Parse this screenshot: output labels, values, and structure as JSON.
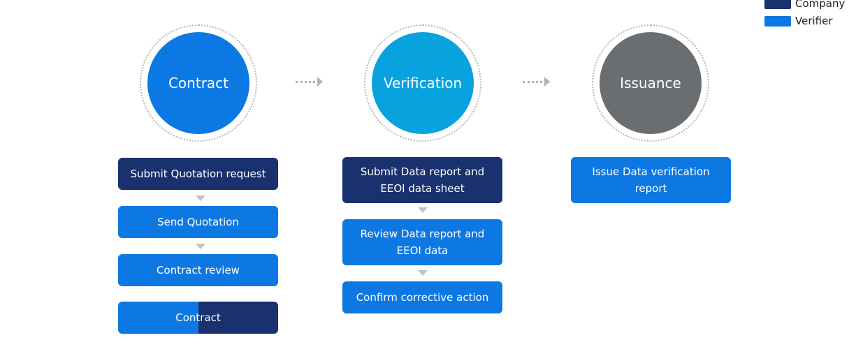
{
  "colors": {
    "company": "#19326f",
    "verifier": "#0e78e2",
    "contract_stage": "#0c78e3",
    "verification_stage": "#08a3de",
    "issuance_stage": "#6b6e71"
  },
  "legend": {
    "company_label": "Company",
    "verifier_label": "Verifier"
  },
  "stages": {
    "contract": "Contract",
    "verification": "Verification",
    "issuance": "Issuance"
  },
  "contract_steps": [
    {
      "label": "Submit Quotation request",
      "role": "company"
    },
    {
      "label": "Send Quotation",
      "role": "verifier"
    },
    {
      "label": "Contract review",
      "role": "verifier"
    },
    {
      "label": "Contract",
      "role": "both"
    }
  ],
  "verification_steps": [
    {
      "label": "Submit Data report and EEOI data sheet",
      "role": "company"
    },
    {
      "label": "Review Data report and EEOI data",
      "role": "verifier"
    },
    {
      "label": "Confirm corrective action",
      "role": "verifier"
    }
  ],
  "issuance_steps": [
    {
      "label": "Issue Data verification report",
      "role": "verifier"
    }
  ]
}
